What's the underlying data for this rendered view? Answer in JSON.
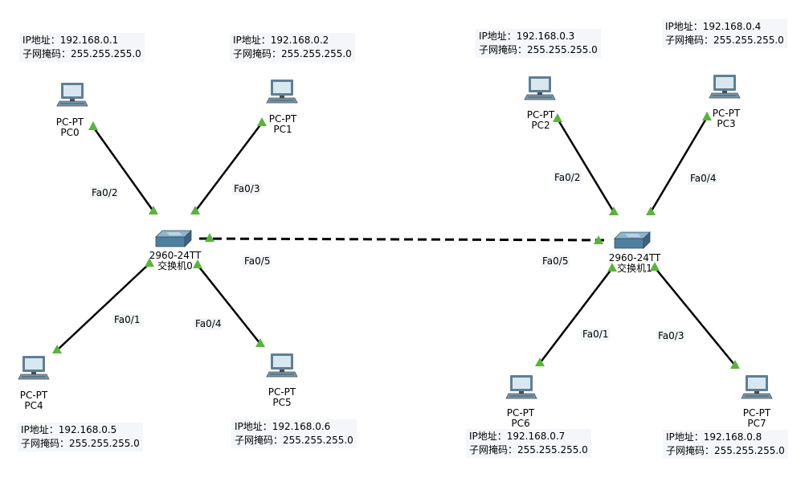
{
  "colors": {
    "link": "#000000",
    "port_up": "#5ab43c",
    "pc_body": "#5f7f94",
    "pc_screen": "#d8e8f0",
    "switch": "#4f7f9f"
  },
  "pcs": [
    {
      "id": "pc0",
      "type": "PC-PT",
      "name": "PC0",
      "icon": "pc-icon"
    },
    {
      "id": "pc1",
      "type": "PC-PT",
      "name": "PC1",
      "icon": "pc-icon"
    },
    {
      "id": "pc2",
      "type": "PC-PT",
      "name": "PC2",
      "icon": "pc-icon"
    },
    {
      "id": "pc3",
      "type": "PC-PT",
      "name": "PC3",
      "icon": "pc-icon"
    },
    {
      "id": "pc4",
      "type": "PC-PT",
      "name": "PC4",
      "icon": "pc-icon"
    },
    {
      "id": "pc5",
      "type": "PC-PT",
      "name": "PC5",
      "icon": "pc-icon"
    },
    {
      "id": "pc6",
      "type": "PC-PT",
      "name": "PC6",
      "icon": "pc-icon"
    },
    {
      "id": "pc7",
      "type": "PC-PT",
      "name": "PC7",
      "icon": "pc-icon"
    }
  ],
  "switches": [
    {
      "id": "sw0",
      "model": "2960-24TT",
      "name": "交换机0",
      "icon": "switch-icon"
    },
    {
      "id": "sw1",
      "model": "2960-24TT",
      "name": "交换机1",
      "icon": "switch-icon"
    }
  ],
  "notes": [
    {
      "ip": "IP地址：192.168.0.1",
      "mask": "子网掩码：255.255.255.0"
    },
    {
      "ip": "IP地址：192.168.0.2",
      "mask": "子网掩码：255.255.255.0"
    },
    {
      "ip": "IP地址：192.168.0.3",
      "mask": "子网掩码：255.255.255.0"
    },
    {
      "ip": "IP地址：192.168.0.4",
      "mask": "子网掩码：255.255.255.0"
    },
    {
      "ip": "IP地址：192.168.0.5",
      "mask": "子网掩码：255.255.255.0"
    },
    {
      "ip": "IP地址：192.168.0.6",
      "mask": "子网掩码：255.255.255.0"
    },
    {
      "ip": "IP地址：192.168.0.7",
      "mask": "子网掩码：255.255.255.0"
    },
    {
      "ip": "IP地址：192.168.0.8",
      "mask": "子网掩码：255.255.255.0"
    }
  ],
  "ports": [
    "Fa0/2",
    "Fa0/3",
    "Fa0/1",
    "Fa0/4",
    "Fa0/5",
    "Fa0/5",
    "Fa0/2",
    "Fa0/4",
    "Fa0/1",
    "Fa0/3"
  ],
  "links": [
    {
      "from": "pc0",
      "to": "sw0",
      "style": "solid"
    },
    {
      "from": "pc1",
      "to": "sw0",
      "style": "solid"
    },
    {
      "from": "pc4",
      "to": "sw0",
      "style": "solid"
    },
    {
      "from": "pc5",
      "to": "sw0",
      "style": "solid"
    },
    {
      "from": "pc2",
      "to": "sw1",
      "style": "solid"
    },
    {
      "from": "pc3",
      "to": "sw1",
      "style": "solid"
    },
    {
      "from": "pc6",
      "to": "sw1",
      "style": "solid"
    },
    {
      "from": "pc7",
      "to": "sw1",
      "style": "solid"
    },
    {
      "from": "sw0",
      "to": "sw1",
      "style": "dashed"
    }
  ]
}
